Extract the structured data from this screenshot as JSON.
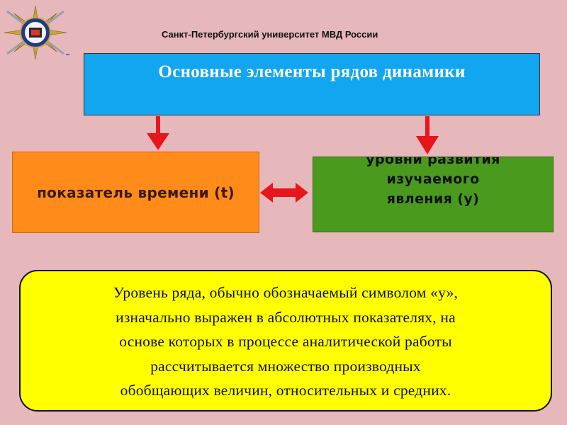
{
  "header": {
    "university": "Санкт-Петербургский университет МВД России"
  },
  "diagram": {
    "title": "Основные элементы рядов динамики",
    "left_box": "показатель времени (t)",
    "right_box_lines": [
      "уровни развития",
      "изучаемого",
      "явления (у)"
    ],
    "note_lines": [
      "Уровень ряда, обычно обозначаемый символом «у»,",
      "изначально выражен в абсолютных показателях, на",
      "основе которых в процессе аналитической работы",
      "рассчитывается множество производных",
      "обобщающих величин, относительных и средних."
    ]
  },
  "colors": {
    "background": "#e6b7bb",
    "title_box": "#12a6f0",
    "left_box": "#ff8c1a",
    "right_box": "#4a9a1e",
    "note_box": "#ffff00",
    "arrows": "#e8151b"
  }
}
